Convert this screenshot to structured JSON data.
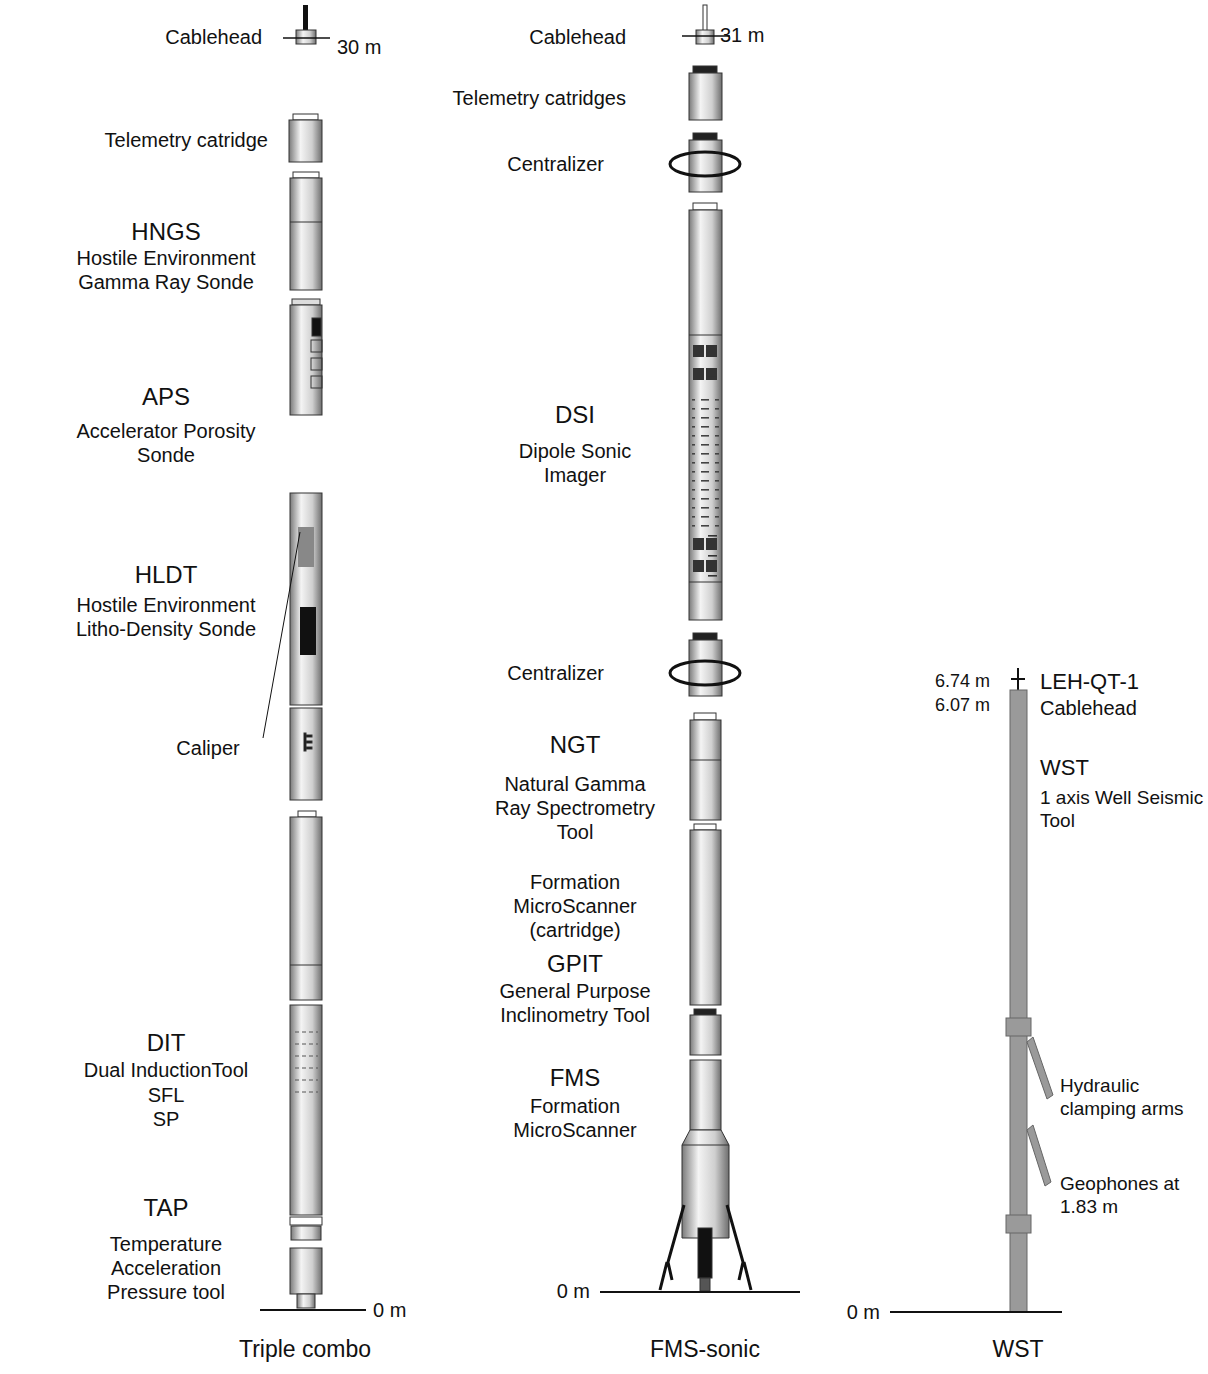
{
  "diagram": {
    "labels": [
      "Cablehead",
      "30 m",
      "Telemetry catridge",
      "HNGS",
      "Hostile Environment Gamma Ray Sonde",
      "APS",
      "Accelerator Porosity Sonde",
      "HLDT",
      "Hostile Environment Litho-Density Sonde",
      "Caliper",
      "DIT",
      "Dual InductionTool",
      "SFL",
      "SP",
      "TAP",
      "Temperature Acceleration Pressure tool",
      "0 m",
      "Triple combo",
      "Cablehead",
      "31 m",
      "Telemetry catridges",
      "Centralizer",
      "DSI",
      "Dipole Sonic Imager",
      "Centralizer",
      "NGT",
      "Natural Gamma Ray Spectrometry Tool",
      "Formation MicroScanner (cartridge)",
      "GPIT",
      "General Purpose Inclinometry Tool",
      "FMS",
      "Formation MicroScanner",
      "0 m",
      "FMS-sonic",
      "6.74 m",
      "6.07 m",
      "LEH-QT-1",
      "Cablehead",
      "WST",
      "1 axis Well Seismic Tool",
      "Hydraulic clamping arms",
      "Geophones at 1.83 m",
      "0 m",
      "WST"
    ]
  }
}
